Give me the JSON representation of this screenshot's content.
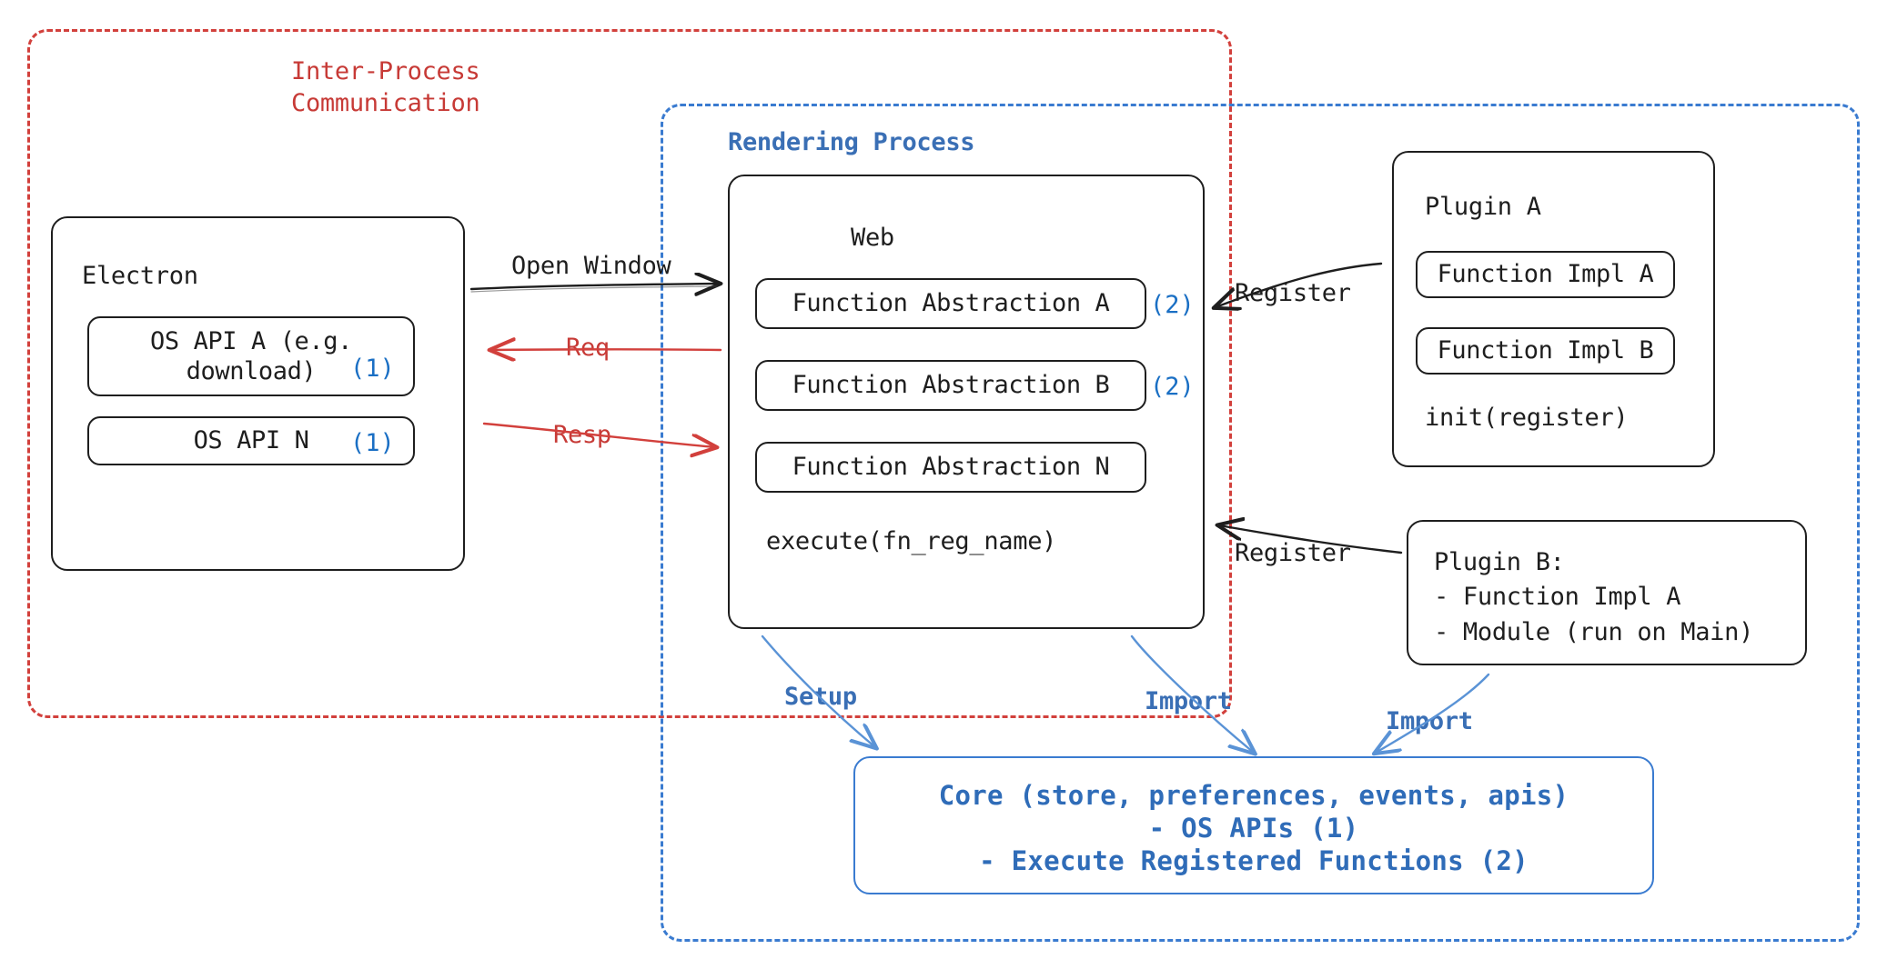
{
  "diagram": {
    "title": "Electron plugin architecture",
    "colors": {
      "ipc_red": "#c73a36",
      "process_blue": "#3a6fb5",
      "core_blue": "#2f6cb8",
      "stroke_dark": "#1e1e1e",
      "badge_blue": "#1a6fc4"
    }
  },
  "groups": {
    "ipc": {
      "label": "Inter-Process\nCommunication"
    },
    "rendering": {
      "label": "Rendering Process"
    }
  },
  "electron": {
    "title": "Electron",
    "apis": [
      {
        "label": "OS API A (e.g.\ndownload)",
        "badge": "(1)"
      },
      {
        "label": "OS API N",
        "badge": "(1)"
      }
    ]
  },
  "web": {
    "title": "Web",
    "abstractions": [
      {
        "label": "Function Abstraction A",
        "badge": "(2)"
      },
      {
        "label": "Function Abstraction B",
        "badge": "(2)"
      },
      {
        "label": "Function Abstraction N",
        "badge": ""
      }
    ],
    "footer": "execute(fn_reg_name)"
  },
  "plugin_a": {
    "title": "Plugin A",
    "items": [
      "Function Impl A",
      "Function Impl B"
    ],
    "footer": "init(register)"
  },
  "plugin_b": {
    "text": "Plugin B:\n- Function Impl A\n- Module (run on Main)"
  },
  "core": {
    "lines": [
      "Core (store, preferences, events, apis)",
      "- OS APIs (1)",
      "- Execute Registered Functions (2)"
    ]
  },
  "arrows": {
    "open_window": "Open Window",
    "req": "Req",
    "resp": "Resp",
    "register_a": "Register",
    "register_b": "Register",
    "setup": "Setup",
    "import_web": "Import",
    "import_plugin": "Import"
  }
}
